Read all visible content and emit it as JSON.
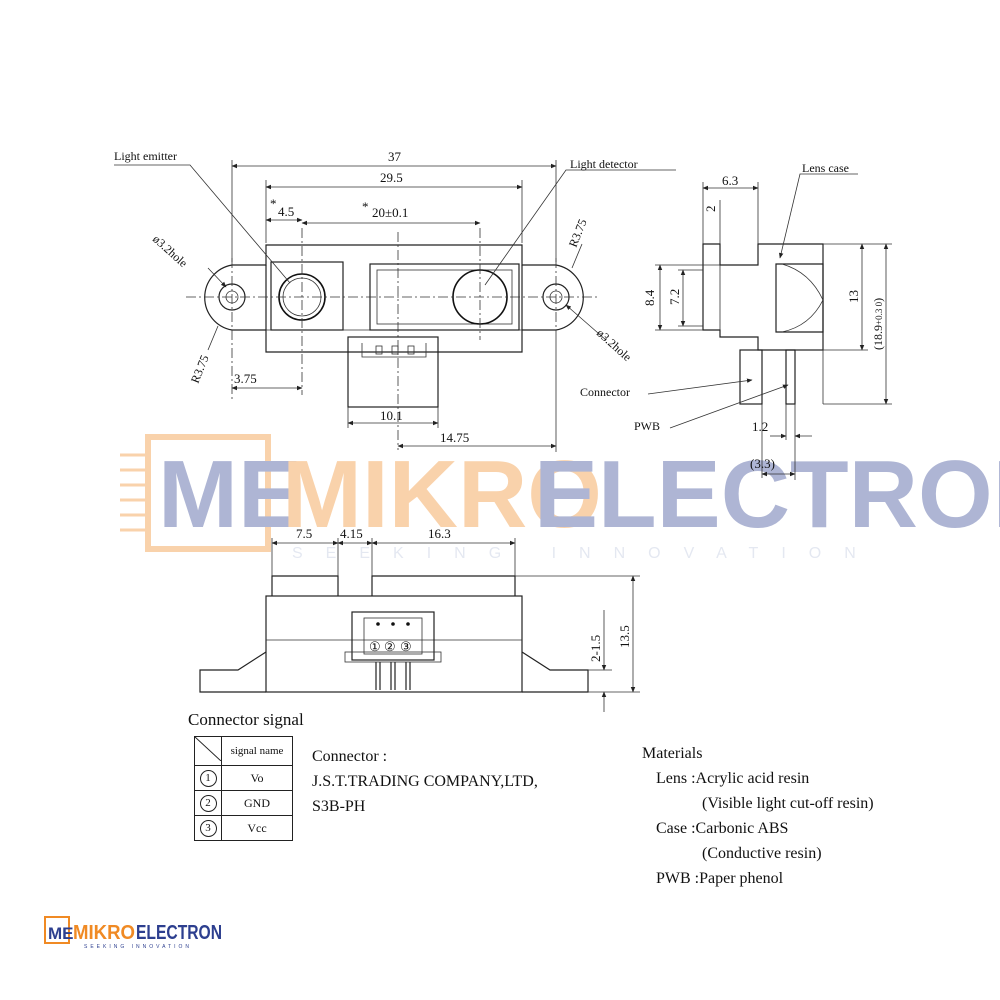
{
  "labels": {
    "light_emitter": "Light emitter",
    "light_detector": "Light detector",
    "lens_case": "Lens case",
    "connector": "Connector",
    "pwb": "PWB"
  },
  "dimensions": {
    "d37": "37",
    "d29_5": "29.5",
    "d4_5": "4.5",
    "d20": "20±0.1",
    "asterisk": "*",
    "hole_left": "ø3.2hole",
    "hole_right": "ø3.2hole",
    "r_top": "R3.75",
    "r_bottom": "R3.75",
    "d3_75": "3.75",
    "d10_1": "10.1",
    "d14_75": "14.75",
    "d6_3": "6.3",
    "d2": "2",
    "d8_4": "8.4",
    "d7_2": "7.2",
    "d13": "13",
    "d18_9": "(18.9",
    "d18_9_tol": "+0.3 0",
    "d18_9_close": ")",
    "d1_2": "1.2",
    "d3_3": "(3.3)",
    "d7_5": "7.5",
    "d4_15": "4.15",
    "d16_3": "16.3",
    "d2_1_5": "2-1.5",
    "d13_5": "13.5"
  },
  "pins": [
    "①",
    "②",
    "③"
  ],
  "connector_signal": {
    "title": "Connector signal",
    "header": "signal name",
    "rows": [
      {
        "pin": "1",
        "name": "Vo"
      },
      {
        "pin": "2",
        "name": "GND"
      },
      {
        "pin": "3",
        "name": "Vcc"
      }
    ]
  },
  "connector_info": {
    "label": "Connector :",
    "maker": "J.S.T.TRADING COMPANY,LTD,",
    "part": "S3B-PH"
  },
  "materials": {
    "title": "Materials",
    "lens": "Lens :Acrylic acid resin",
    "lens_note": "(Visible light cut-off resin)",
    "case": "Case :Carbonic ABS",
    "case_note": "(Conductive resin)",
    "pwb": "PWB :Paper phenol"
  },
  "watermark": {
    "prefix": "ME",
    "brand_a": "MIKRO",
    "brand_b": "ELECTRON",
    "tagline": "SEEKING INNOVATION",
    "color_orange": "#f08a24",
    "color_blue": "#2d3f8f"
  },
  "logo": {
    "prefix": "ME",
    "brand_a": "MIKRO",
    "brand_b": "ELECTRON",
    "tagline": "SEEKING INNOVATION"
  }
}
